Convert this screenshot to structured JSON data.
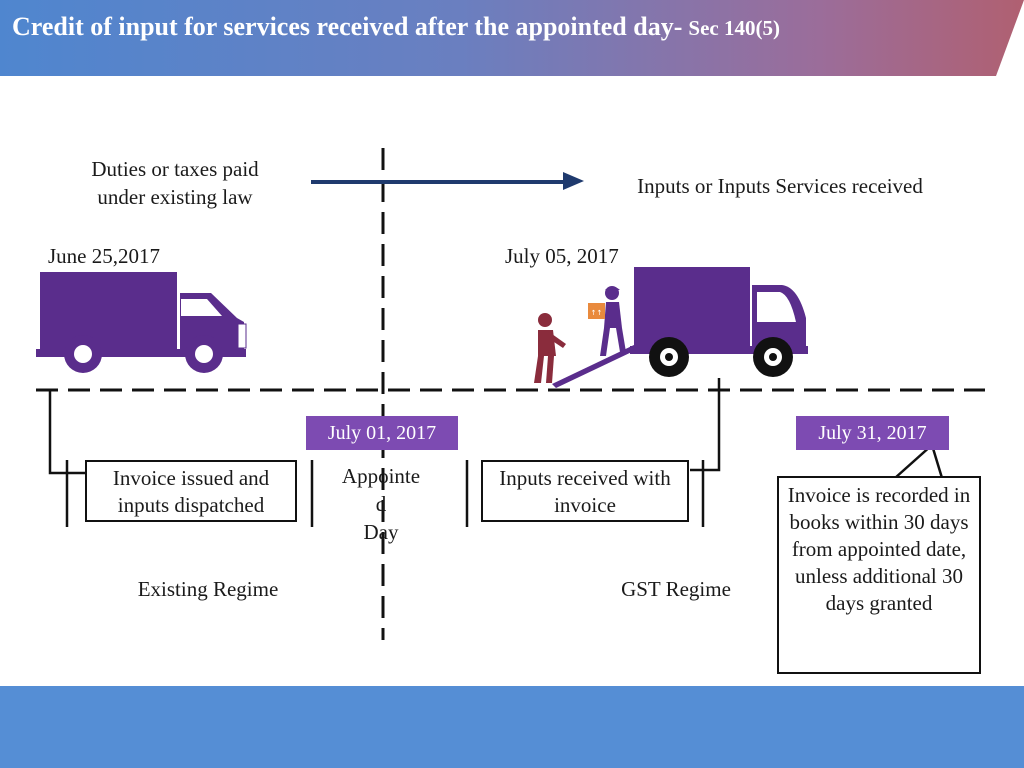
{
  "header": {
    "title": "Credit of input for services received after  the appointed day-",
    "section": "Sec 140(5)"
  },
  "arrow_label_left": "Duties or taxes paid under existing law",
  "arrow_label_right": "Inputs or Inputs Services received",
  "dates": {
    "left": "June 25,2017",
    "mid": "July 05, 2017",
    "appointed": "July 01, 2017",
    "end": "July 31, 2017"
  },
  "boxes": {
    "invoice_issued": "Invoice issued and inputs dispatched",
    "inputs_received": "Inputs received with invoice",
    "callout": "Invoice is recorded in books within 30 days from appointed date, unless additional 30 days granted"
  },
  "appointed_day": {
    "line1": "Appointe",
    "line2": "d",
    "line3": "Day"
  },
  "regimes": {
    "existing": "Existing Regime",
    "gst": "GST Regime"
  },
  "colors": {
    "header_start": "#4f86cf",
    "header_end": "#b06071",
    "purple": "#5a2d8c",
    "badge": "#7d4bb2",
    "arrow": "#1f3a6e",
    "footer": "#558ed5",
    "worker": "#8a2c3c"
  },
  "icons": [
    "delivery-truck-icon",
    "unloading-truck-icon",
    "worker-icon",
    "box-icon"
  ]
}
